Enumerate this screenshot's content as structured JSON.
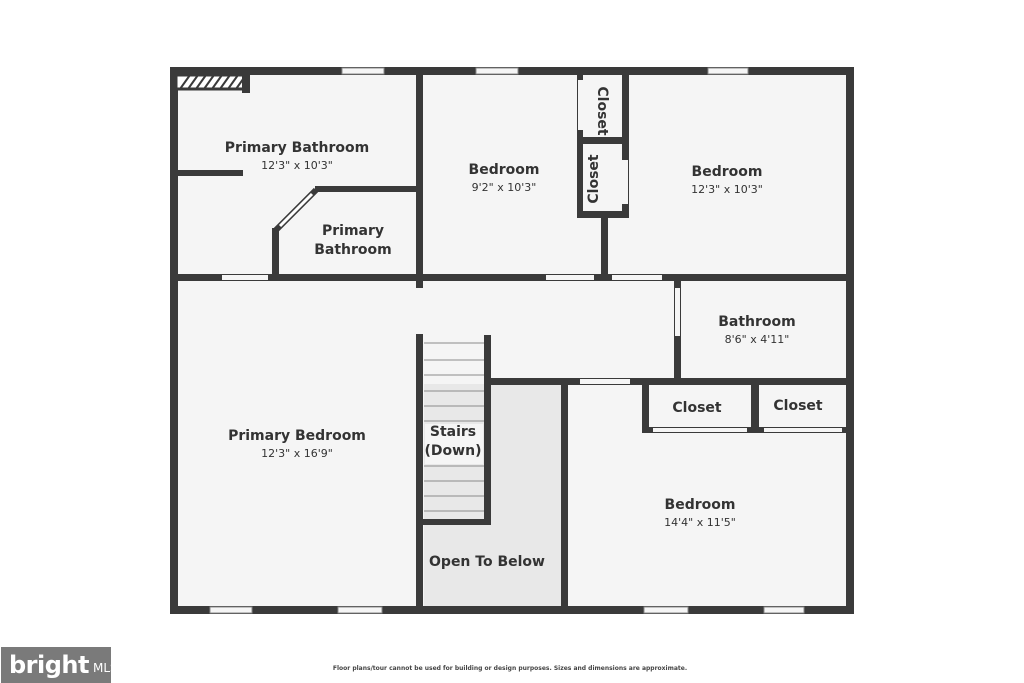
{
  "rooms": {
    "primary_bath": {
      "name": "Primary Bathroom",
      "dims": "12'3\" x 10'3\""
    },
    "primary_bath_small": {
      "name_line1": "Primary",
      "name_line2": "Bathroom"
    },
    "bedroom_a": {
      "name": "Bedroom",
      "dims": "9'2\" x 10'3\""
    },
    "bedroom_b": {
      "name": "Bedroom",
      "dims": "12'3\" x 10'3\""
    },
    "closet_v1": {
      "name": "Closet"
    },
    "closet_v2": {
      "name": "Closet"
    },
    "bathroom": {
      "name": "Bathroom",
      "dims": "8'6\" x 4'11\""
    },
    "closet_h1": {
      "name": "Closet"
    },
    "closet_h2": {
      "name": "Closet"
    },
    "primary_bedroom": {
      "name": "Primary Bedroom",
      "dims": "12'3\" x 16'9\""
    },
    "stairs": {
      "name_line1": "Stairs",
      "name_line2": "(Down)"
    },
    "open_below": {
      "name": "Open To Below"
    },
    "bedroom_c": {
      "name": "Bedroom",
      "dims": "14'4\" x 11'5\""
    }
  },
  "footer": {
    "logo_word": "bright",
    "logo_sub": "MLS",
    "disclaimer": "Floor plans/tour cannot be used for building or design purposes. Sizes and dimensions are approximate."
  },
  "colors": {
    "wall": "#3a3a3a",
    "floor": "#f5f5f5",
    "open_below": "#e8e8e8"
  }
}
